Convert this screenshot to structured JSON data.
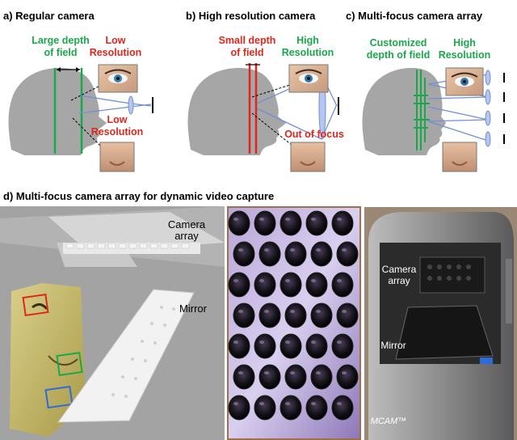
{
  "panel_a": {
    "title": "a) Regular camera",
    "dof_label": [
      "Large depth",
      "of field"
    ],
    "top_label": [
      "Low",
      "Resolution"
    ],
    "bottom_label": [
      "Low",
      "Resolution"
    ]
  },
  "panel_b": {
    "title": "b) High resolution camera",
    "dof_label": [
      "Small depth",
      "of field"
    ],
    "top_label": [
      "High",
      "Resolution"
    ],
    "bottom_label": "Out of focus"
  },
  "panel_c": {
    "title": "c) Multi-focus camera array",
    "dof_label": [
      "Customized",
      "depth of field"
    ],
    "top_label": [
      "High",
      "Resolution"
    ]
  },
  "panel_d": {
    "title": "d) Multi-focus camera array for dynamic video capture",
    "render_camera_label": [
      "Camera",
      "array"
    ],
    "render_mirror_label": "Mirror",
    "photo_camera_label": [
      "Camera",
      "array"
    ],
    "photo_mirror_label": "Mirror",
    "device_brand": "MCAM™"
  },
  "colors": {
    "green": "#1aa84a",
    "red": "#e0261b",
    "blue": "#6f8fd6",
    "head": "#a6a6a6"
  }
}
